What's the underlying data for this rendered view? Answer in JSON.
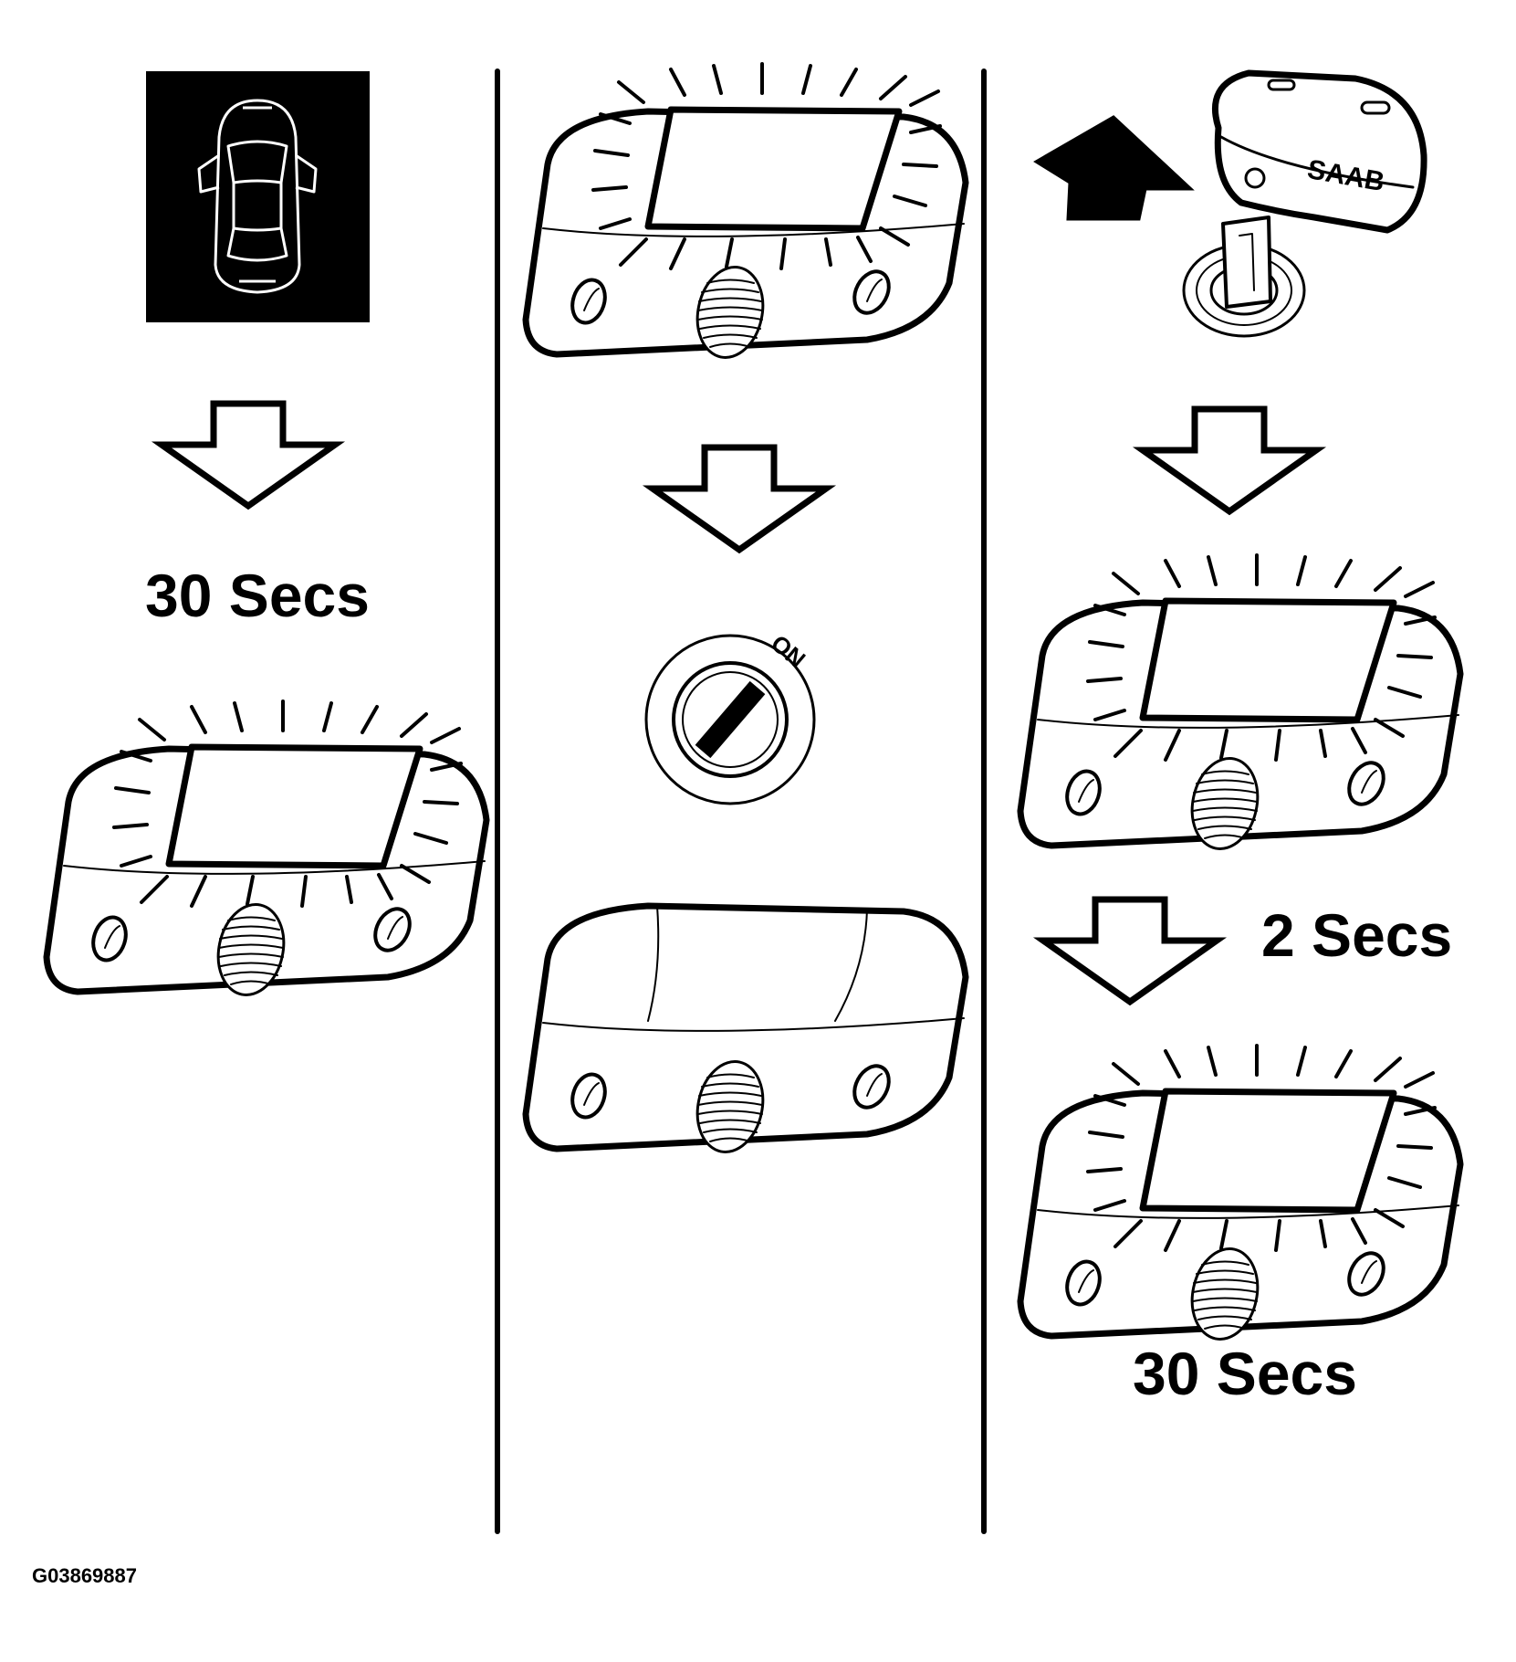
{
  "labels": {
    "col1_timer": "30 Secs",
    "col3_short_timer": "2 Secs",
    "col3_timer": "30 Secs",
    "ignition_mark": "ON",
    "key_brand": "SAAB",
    "figure_id": "G03869887"
  },
  "colors": {
    "ink": "#000000",
    "paper": "#ffffff"
  },
  "icons": [
    "car-door-open-icon",
    "down-arrow-icon",
    "up-arrow-icon",
    "ignition-switch-icon",
    "ignition-key-icon",
    "courtesy-lamp-lit-icon",
    "courtesy-lamp-off-icon"
  ]
}
